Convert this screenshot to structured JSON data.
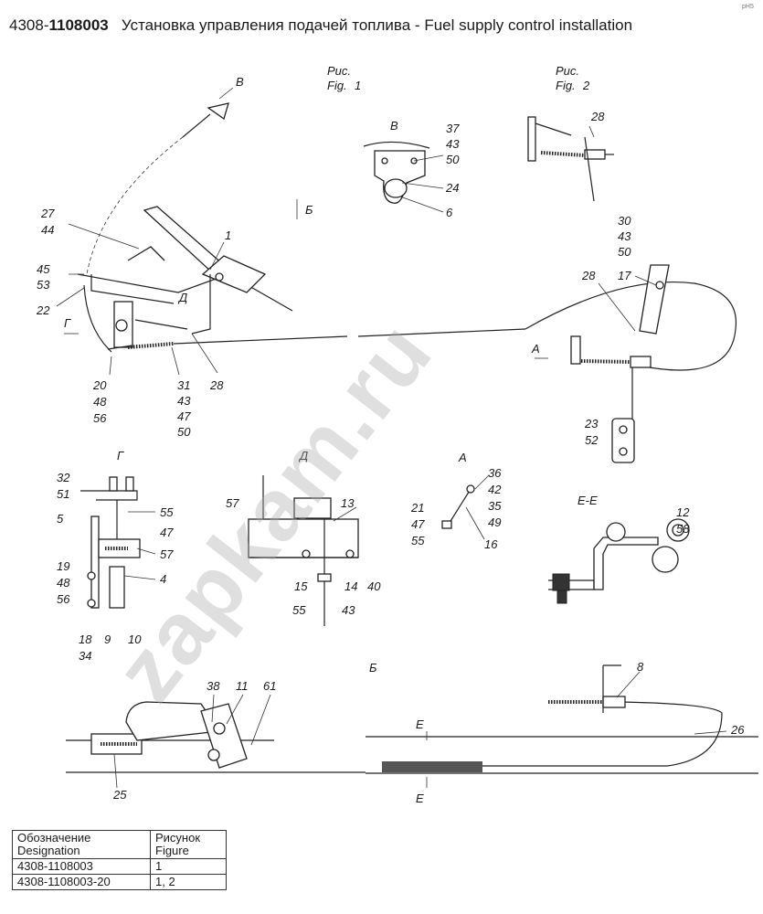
{
  "header": {
    "code_prefix": "4308-",
    "code_bold": "1108003",
    "title": "Установка управления подачей топлива  -  Fuel supply control installation",
    "corner_mark": "pH5"
  },
  "figures": [
    {
      "line1": "Рис.",
      "line2": "Fig.",
      "num": "1"
    },
    {
      "line1": "Рис.",
      "line2": "Fig.",
      "num": "2"
    }
  ],
  "view_labels": {
    "v": "В",
    "b": "Б",
    "g": "Г",
    "d": "Д",
    "a": "А",
    "ee": "Е-Е",
    "e": "Е"
  },
  "callouts": [
    {
      "id": "c37",
      "text": "37"
    },
    {
      "id": "c43a",
      "text": "43"
    },
    {
      "id": "c50a",
      "text": "50"
    },
    {
      "id": "c24",
      "text": "24"
    },
    {
      "id": "c6",
      "text": "6"
    },
    {
      "id": "c28a",
      "text": "28"
    },
    {
      "id": "c30",
      "text": "30"
    },
    {
      "id": "c43b",
      "text": "43"
    },
    {
      "id": "c50b",
      "text": "50"
    },
    {
      "id": "c17",
      "text": "17"
    },
    {
      "id": "c28b",
      "text": "28"
    },
    {
      "id": "c27",
      "text": "27"
    },
    {
      "id": "c44",
      "text": "44"
    },
    {
      "id": "c1",
      "text": "1"
    },
    {
      "id": "c45",
      "text": "45"
    },
    {
      "id": "c53a",
      "text": "53"
    },
    {
      "id": "c22",
      "text": "22"
    },
    {
      "id": "c20",
      "text": "20"
    },
    {
      "id": "c48a",
      "text": "48"
    },
    {
      "id": "c56a",
      "text": "56"
    },
    {
      "id": "c31",
      "text": "31"
    },
    {
      "id": "c43c",
      "text": "43"
    },
    {
      "id": "c47a",
      "text": "47"
    },
    {
      "id": "c50c",
      "text": "50"
    },
    {
      "id": "c28c",
      "text": "28"
    },
    {
      "id": "c23",
      "text": "23"
    },
    {
      "id": "c52",
      "text": "52"
    },
    {
      "id": "c32",
      "text": "32"
    },
    {
      "id": "c51",
      "text": "51"
    },
    {
      "id": "c55a",
      "text": "55"
    },
    {
      "id": "c47b",
      "text": "47"
    },
    {
      "id": "c5",
      "text": "5"
    },
    {
      "id": "c57a",
      "text": "57"
    },
    {
      "id": "c4",
      "text": "4"
    },
    {
      "id": "c19",
      "text": "19"
    },
    {
      "id": "c48b",
      "text": "48"
    },
    {
      "id": "c56b",
      "text": "56"
    },
    {
      "id": "c18",
      "text": "18"
    },
    {
      "id": "c34",
      "text": "34"
    },
    {
      "id": "c9",
      "text": "9"
    },
    {
      "id": "c10",
      "text": "10"
    },
    {
      "id": "c57b",
      "text": "57"
    },
    {
      "id": "c13",
      "text": "13"
    },
    {
      "id": "c15",
      "text": "15"
    },
    {
      "id": "c14",
      "text": "14"
    },
    {
      "id": "c40",
      "text": "40"
    },
    {
      "id": "c55b",
      "text": "55"
    },
    {
      "id": "c43d",
      "text": "43"
    },
    {
      "id": "c36",
      "text": "36"
    },
    {
      "id": "c42",
      "text": "42"
    },
    {
      "id": "c35",
      "text": "35"
    },
    {
      "id": "c49",
      "text": "49"
    },
    {
      "id": "c16",
      "text": "16"
    },
    {
      "id": "c21",
      "text": "21"
    },
    {
      "id": "c47c",
      "text": "47"
    },
    {
      "id": "c55c",
      "text": "55"
    },
    {
      "id": "c12",
      "text": "12"
    },
    {
      "id": "c58",
      "text": "58"
    },
    {
      "id": "c38",
      "text": "38"
    },
    {
      "id": "c11",
      "text": "11"
    },
    {
      "id": "c61",
      "text": "61"
    },
    {
      "id": "c25",
      "text": "25"
    },
    {
      "id": "c8",
      "text": "8"
    },
    {
      "id": "c26",
      "text": "26"
    }
  ],
  "legend": {
    "header": {
      "designation": "Обозначение\nDesignation",
      "figure": "Рисунок\nFigure"
    },
    "rows": [
      {
        "designation": "4308-1108003",
        "figure": "1"
      },
      {
        "designation": "4308-1108003-20",
        "figure": "1, 2"
      }
    ]
  },
  "watermark": "zapkam.ru"
}
